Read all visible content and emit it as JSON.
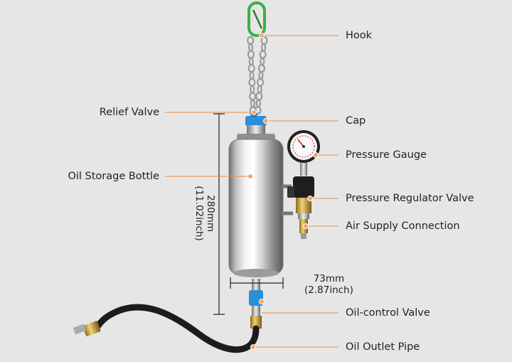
{
  "labels": {
    "hook": "Hook",
    "relief_valve": "Relief Valve",
    "cap": "Cap",
    "pressure_gauge": "Pressure Gauge",
    "oil_storage_bottle": "Oil Storage Bottle",
    "pressure_regulator_valve": "Pressure Regulator Valve",
    "air_supply_connection": "Air Supply Connection",
    "oil_control_valve": "Oil-control Valve",
    "oil_outlet_pipe": "Oil Outlet Pipe"
  },
  "dimensions": {
    "height_mm": "280mm",
    "height_inch": "(11.02inch)",
    "width_mm": "73mm",
    "width_inch": "(2.87inch)"
  },
  "colors": {
    "background": "#e6e6e6",
    "leader_line": "#f08a4b",
    "marker_dot": "#f7a26a",
    "hook": "#3cb043",
    "cap": "#2a8fd6"
  }
}
